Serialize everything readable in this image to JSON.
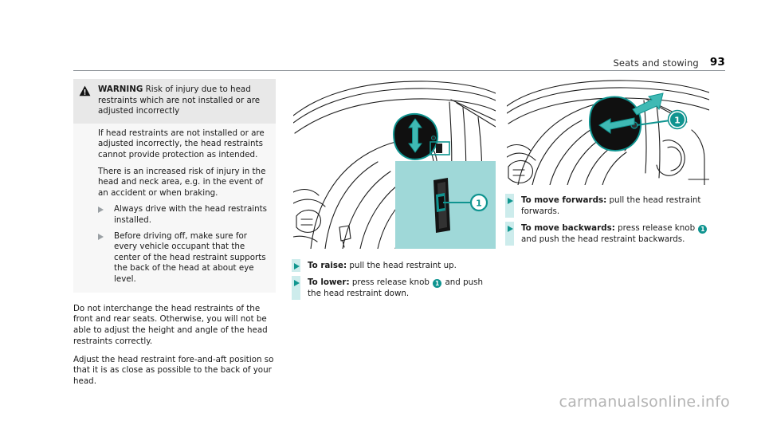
{
  "header": {
    "section_title": "Seats and stowing",
    "page_number": "93"
  },
  "warning": {
    "icon": "warning-triangle-icon",
    "label": "WARNING",
    "heading_rest": " Risk of injury due to head restraints which are not installed or are adjusted incorrectly",
    "paragraphs": [
      "If head restraints are not installed or are adjusted incorrectly, the head restraints cannot provide protection as intended.",
      "There is an increased risk of injury in the head and neck area, e.g. in the event of an accident or when braking."
    ],
    "bullets": [
      "Always drive with the head restraints installed.",
      "Before driving off, make sure for every vehicle occupant that the center of the head restraint supports the back of the head at about eye level."
    ]
  },
  "left_body": {
    "paragraphs": [
      "Do not interchange the head restraints of the front and rear seats. Otherwise, you will not be able to adjust the height and angle of the head restraints correctly.",
      "Adjust the head restraint fore-and-aft position so that it is as close as possible to the back of your head."
    ]
  },
  "middle_figure": {
    "name": "head-restraint-height-adjustment-illustration",
    "callout_number": "1",
    "arrow": "up-down-double-arrow"
  },
  "middle_instructions": [
    {
      "bold": "To raise:",
      "text_before": " pull the head restraint up.",
      "chip": null,
      "text_after": ""
    },
    {
      "bold": "To lower:",
      "text_before": " press release knob ",
      "chip": "1",
      "text_after": " and push the head restraint down."
    }
  ],
  "right_figure": {
    "name": "head-restraint-fore-aft-adjustment-illustration",
    "callout_number": "1",
    "arrows": "forward-and-backward-arrows"
  },
  "right_instructions": [
    {
      "bold": "To move forwards:",
      "text_before": " pull the head restraint forwards.",
      "chip": null,
      "text_after": ""
    },
    {
      "bold": "To move backwards:",
      "text_before": " press release knob ",
      "chip": "1",
      "text_after": " and push the head restraint backwards."
    }
  ],
  "watermark": "carmanualsonline.info",
  "colors": {
    "accent_teal": "#0f9490",
    "light_teal": "#9fd8d8",
    "pale_teal": "#cdecec",
    "warning_header_bg": "#e8e8e8",
    "bullet_gray": "#9aa0a4",
    "rule_gray": "#8e9499",
    "watermark_gray": "#b4b4b4"
  }
}
